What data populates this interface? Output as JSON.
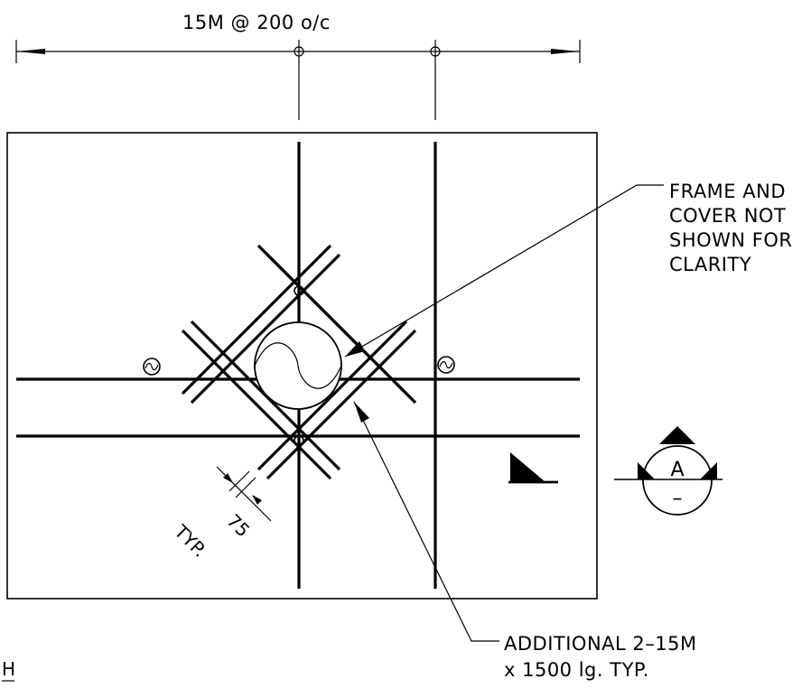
{
  "top_dimension": "15M @ 200 o/c",
  "note_frame": [
    "FRAME AND",
    "COVER NOT",
    "SHOWN FOR",
    "CLARITY"
  ],
  "note_additional": [
    "ADDITIONAL 2–15M",
    "x 1500 lg. TYP."
  ],
  "spacing_label": "75",
  "typ_label": "TYP.",
  "section_marker": {
    "letter": "A",
    "sheet": "–"
  },
  "fragment_text": "H"
}
